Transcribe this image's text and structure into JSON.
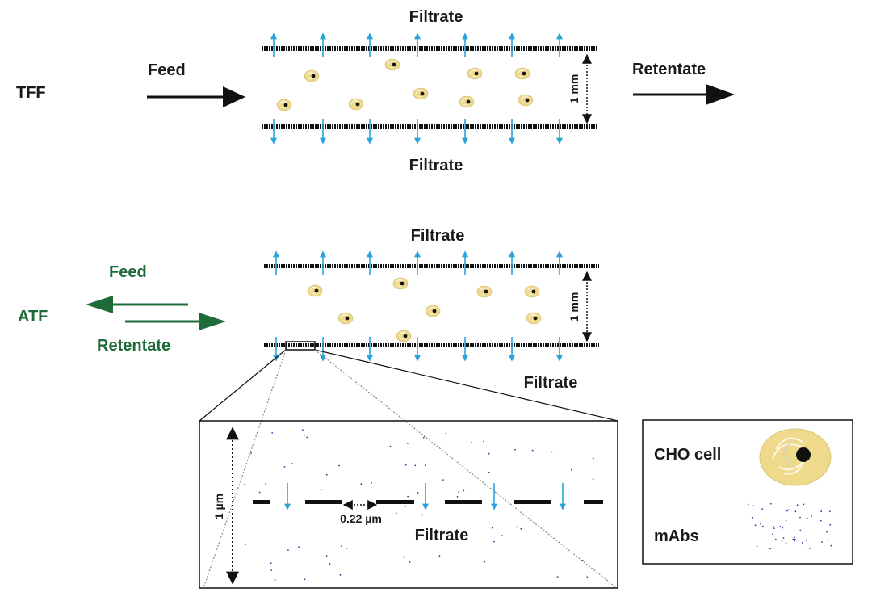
{
  "colors": {
    "membrane": "#111111",
    "filtrate_arrow": "#29a3dc",
    "atf_green": "#1e6b3a",
    "cell_fill": "#efd98a",
    "cell_nucleus": "#111111",
    "mab_dot": "#3a3aa0"
  },
  "tff": {
    "mode_label": "TFF",
    "feed_label": "Feed",
    "retentate_label": "Retentate",
    "filtrate_top_label": "Filtrate",
    "filtrate_bottom_label": "Filtrate",
    "channel_height_label": "1 mm"
  },
  "atf": {
    "mode_label": "ATF",
    "feed_label": "Feed",
    "retentate_label": "Retentate",
    "filtrate_top_label": "Filtrate",
    "filtrate_bottom_label": "Filtrate",
    "channel_height_label": "1 mm"
  },
  "zoom": {
    "depth_label": "1 µm",
    "pore_label": "0.22 µm",
    "filtrate_label": "Filtrate"
  },
  "legend": {
    "cell_label": "CHO cell",
    "mab_label": "mAbs"
  }
}
